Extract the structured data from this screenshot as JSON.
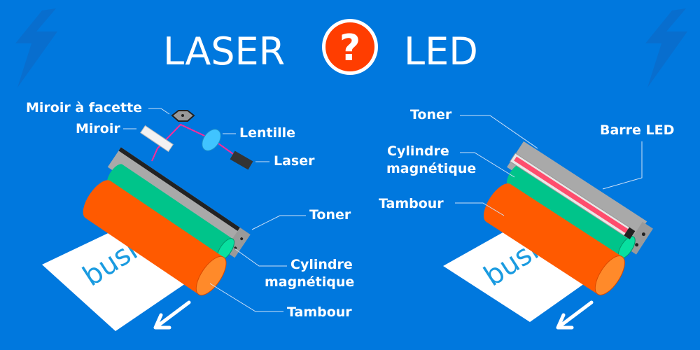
{
  "title": {
    "left": "LASER",
    "separator": "?",
    "right": "LED"
  },
  "laser": {
    "labels": {
      "faceted_mirror": "Miroir à facette",
      "mirror": "Miroir",
      "lens": "Lentille",
      "laser": "Laser",
      "toner": "Toner",
      "cylinder_line1": "Cylindre",
      "cylinder_line2": "magnétique",
      "drum": "Tambour"
    },
    "paper_text": "busi"
  },
  "led": {
    "labels": {
      "toner": "Toner",
      "cylinder_line1": "Cylindre",
      "cylinder_line2": "magnétique",
      "drum": "Tambour",
      "led_bar": "Barre LED"
    },
    "paper_text": "busi"
  },
  "colors": {
    "background": "#0078de",
    "drum": "#ff5a00",
    "cylinder": "#00c48a",
    "toner": "#a8a8a8",
    "question": "#ff3d00",
    "beam": "#ff2a9a",
    "led": "#ff4d6d"
  }
}
